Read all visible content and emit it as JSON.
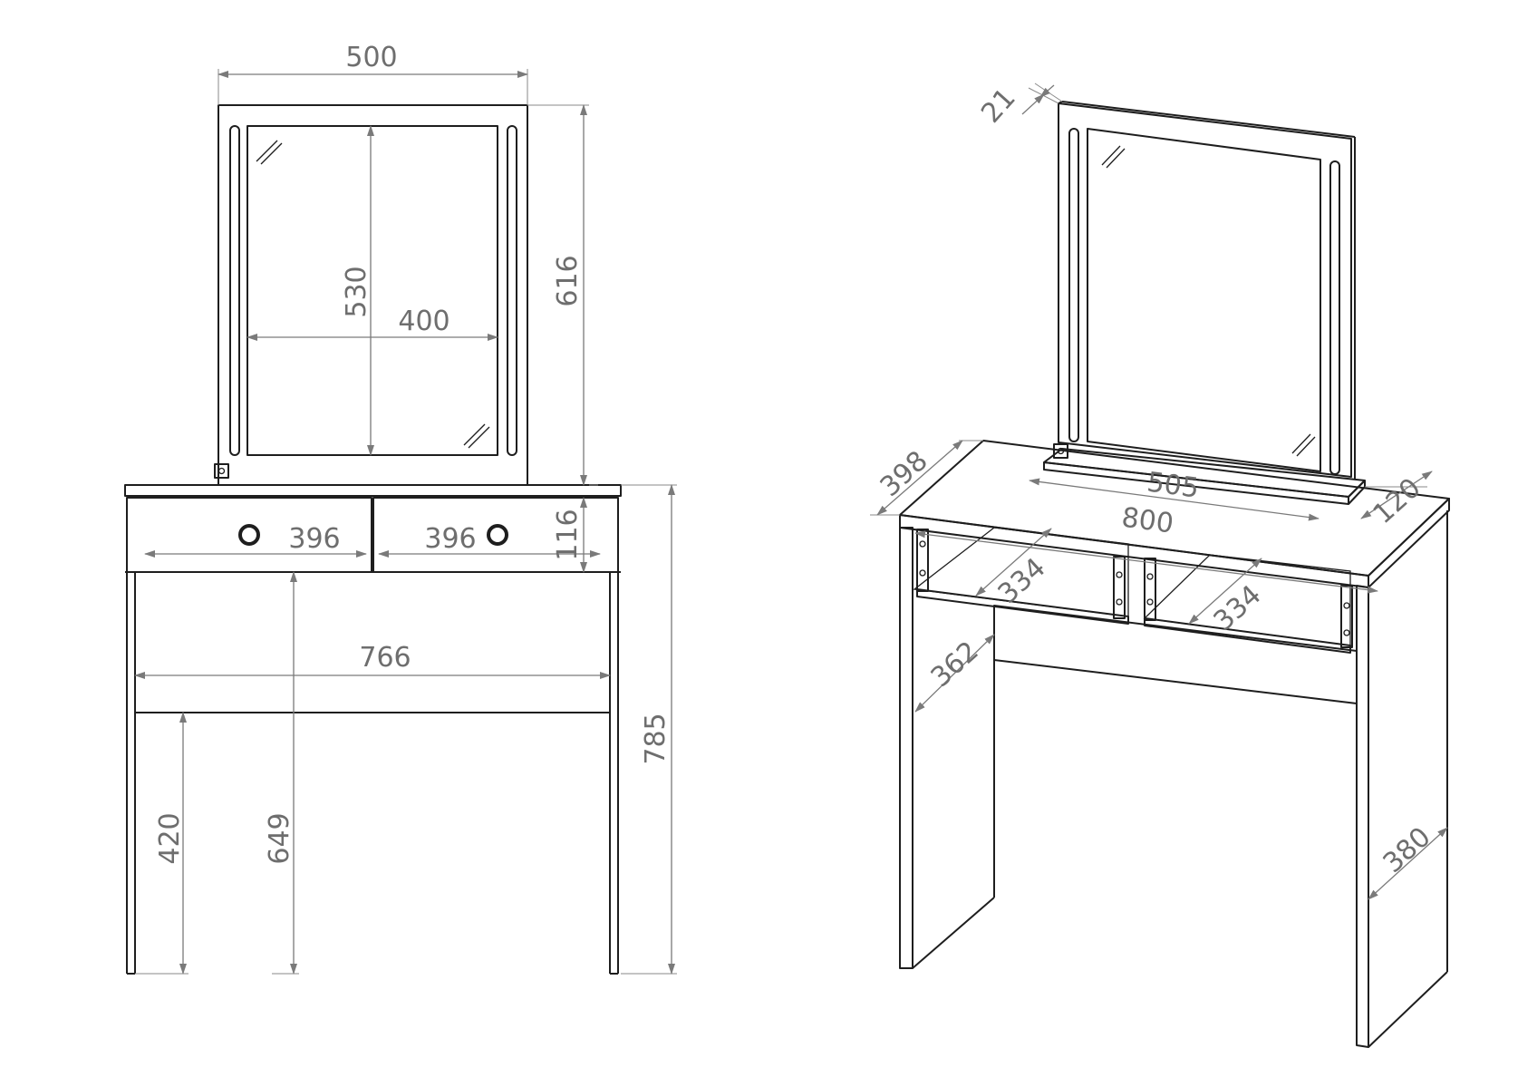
{
  "front_view": {
    "mirror_width": "500",
    "mirror_height": "616",
    "glass_height": "530",
    "glass_width": "400",
    "drawer_left_width": "396",
    "drawer_right_width": "396",
    "drawer_height": "116",
    "inner_width": "766",
    "knee_height": "649",
    "leg_gap_height": "420",
    "total_height": "785"
  },
  "iso_view": {
    "mirror_thickness": "21",
    "table_depth": "398",
    "mirror_base_width": "505",
    "mirror_base_depth": "120",
    "table_width": "800",
    "drawer_left_depth": "334",
    "drawer_right_depth": "334",
    "side_depth_top": "362",
    "side_depth_bottom": "380"
  },
  "colors": {
    "outline": "#1e1e1e",
    "dimension": "#7a7a7a"
  }
}
